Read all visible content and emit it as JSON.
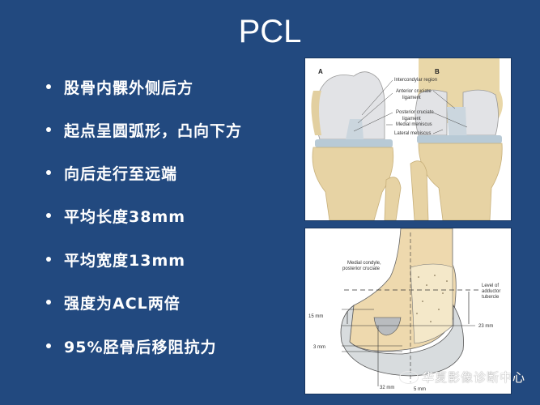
{
  "slide": {
    "title": "PCL",
    "background_color": "#22497f",
    "bullets": [
      {
        "text": "股骨内髁外侧后方"
      },
      {
        "text": "起点呈圆弧形，凸向下方"
      },
      {
        "text": "向后走行至远端"
      },
      {
        "text": "平均长度38mm"
      },
      {
        "text": "平均宽度13mm"
      },
      {
        "text": "强度为ACL两倍"
      },
      {
        "text": "95%胫骨后移阻抗力"
      }
    ]
  },
  "figure_top": {
    "panel_a": "A",
    "panel_b": "B",
    "labels": {
      "intercondylar": "Intercondylar region",
      "acl_1": "Anterior cruciate",
      "acl_2": "ligament",
      "pcl_1": "Posterior cruciate",
      "pcl_2": "ligament",
      "medial_meniscus": "Medial meniscus",
      "lateral_meniscus": "Lateral meniscus"
    }
  },
  "figure_bottom": {
    "labels": {
      "medial_condyle_1": "Medial condyle,",
      "medial_condyle_2": "posterior cruciate",
      "adductor_1": "Level of",
      "adductor_2": "adductor",
      "adductor_3": "tubercle",
      "m15": "15 mm",
      "m23": "23 mm",
      "m3": "3 mm",
      "m32": "32 mm",
      "m5": "5 mm"
    }
  },
  "watermark": {
    "text": "华夏影像诊断中心"
  }
}
